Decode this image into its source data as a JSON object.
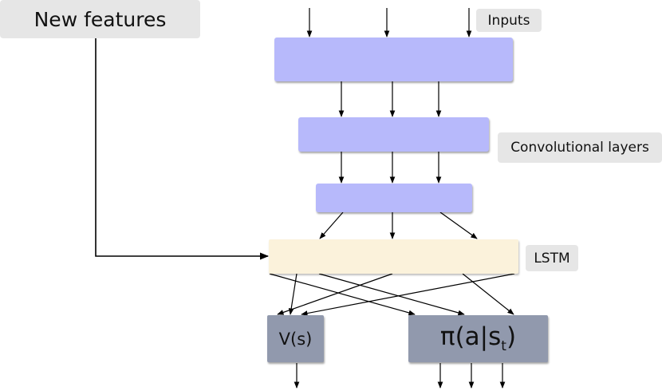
{
  "labels": {
    "new_features": "New features",
    "inputs": "Inputs",
    "conv_layers": "Convolutional layers",
    "lstm": "LSTM"
  },
  "outputs": {
    "value": "V(s)",
    "policy_main": "π(a|s",
    "policy_sub": "t",
    "policy_close": ")"
  },
  "colors": {
    "conv_layer": "#b7b9fb",
    "lstm_layer": "#fbf2db",
    "output_layer": "#9199ad",
    "label_bg": "#e6e6e6"
  }
}
